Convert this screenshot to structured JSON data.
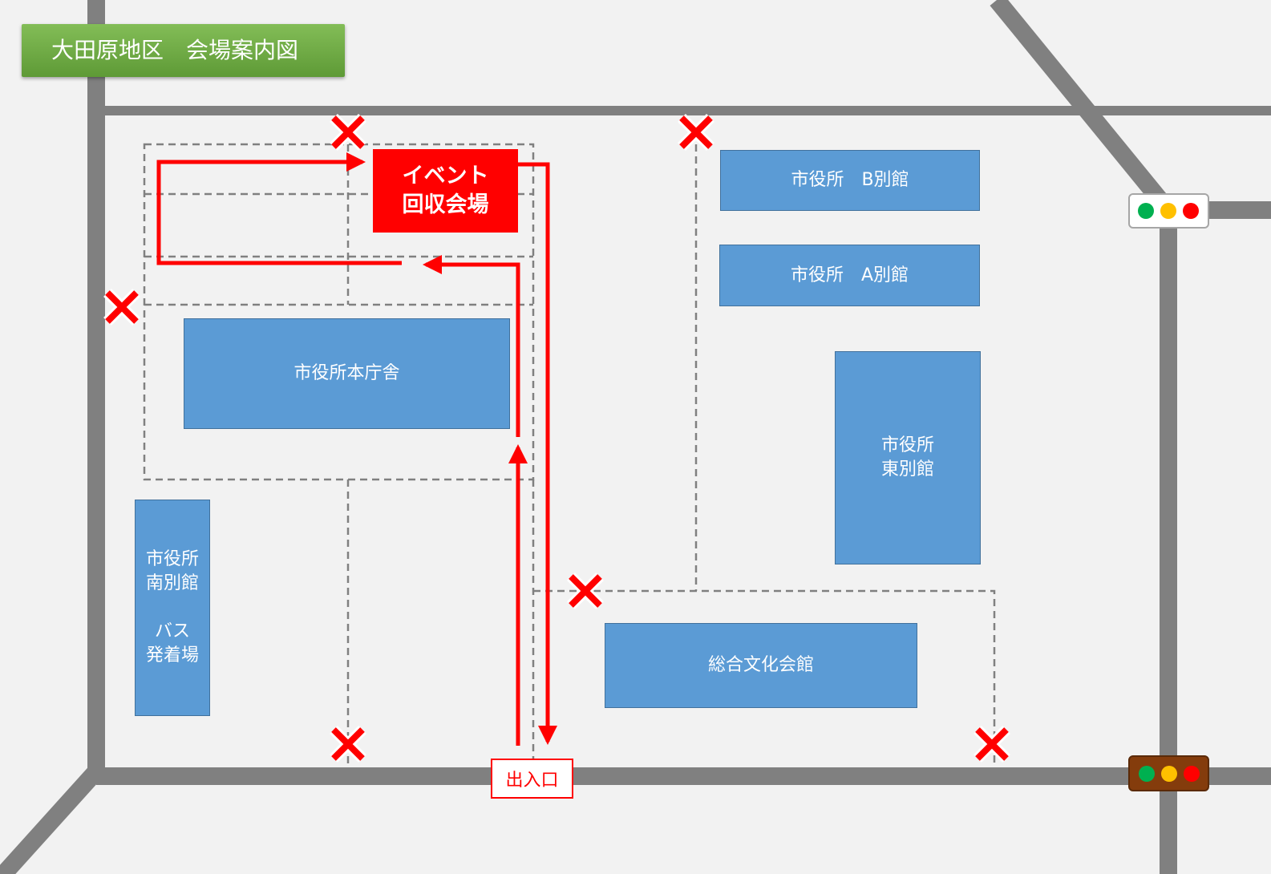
{
  "title": "大田原地区　会場案内図",
  "event_venue": {
    "line1": "イベント",
    "line2": "回収会場",
    "color": "#ff0000"
  },
  "buildings": {
    "city_hall_b_annex": "市役所　B別館",
    "city_hall_a_annex": "市役所　A別館",
    "city_hall_main": "市役所本庁舎",
    "city_hall_east_annex": "市役所\n東別館",
    "city_hall_south_annex": "市役所\n南別館\n\nバス\n発着場",
    "cultural_hall": "総合文化会館"
  },
  "entrance_label": "出入口",
  "colors": {
    "background": "#f2f2f2",
    "road": "#808080",
    "building": "#5b9bd5",
    "route": "#ff0000",
    "title_bar": "#70ad47",
    "signal_green": "#00b050",
    "signal_yellow": "#ffc000",
    "signal_red": "#ff0000"
  },
  "icons": {
    "closed_marker": "red-x-icon",
    "traffic_signal": "traffic-light-icon",
    "route_arrow": "arrow-icon"
  }
}
